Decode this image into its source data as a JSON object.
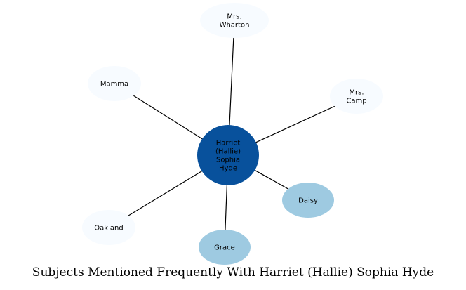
{
  "title": "Subjects Mentioned Frequently With Harriet (Hallie) Sophia Hyde",
  "colors": {
    "center": "#08519c",
    "medium": "#9ecae1",
    "light": "#f7fbff",
    "edge": "#000000"
  },
  "center": {
    "label": [
      "Harriet",
      "(Hallie)",
      "Sophia",
      "Hyde"
    ]
  },
  "nodes": [
    {
      "id": "mrs-wharton",
      "label": [
        "Mrs.",
        "Wharton"
      ],
      "level": "light"
    },
    {
      "id": "mamma",
      "label": [
        "Mamma"
      ],
      "level": "light"
    },
    {
      "id": "mrs-camp",
      "label": [
        "Mrs.",
        "Camp"
      ],
      "level": "light"
    },
    {
      "id": "daisy",
      "label": [
        "Daisy"
      ],
      "level": "medium"
    },
    {
      "id": "grace",
      "label": [
        "Grace"
      ],
      "level": "medium"
    },
    {
      "id": "oakland",
      "label": [
        "Oakland"
      ],
      "level": "light"
    }
  ]
}
